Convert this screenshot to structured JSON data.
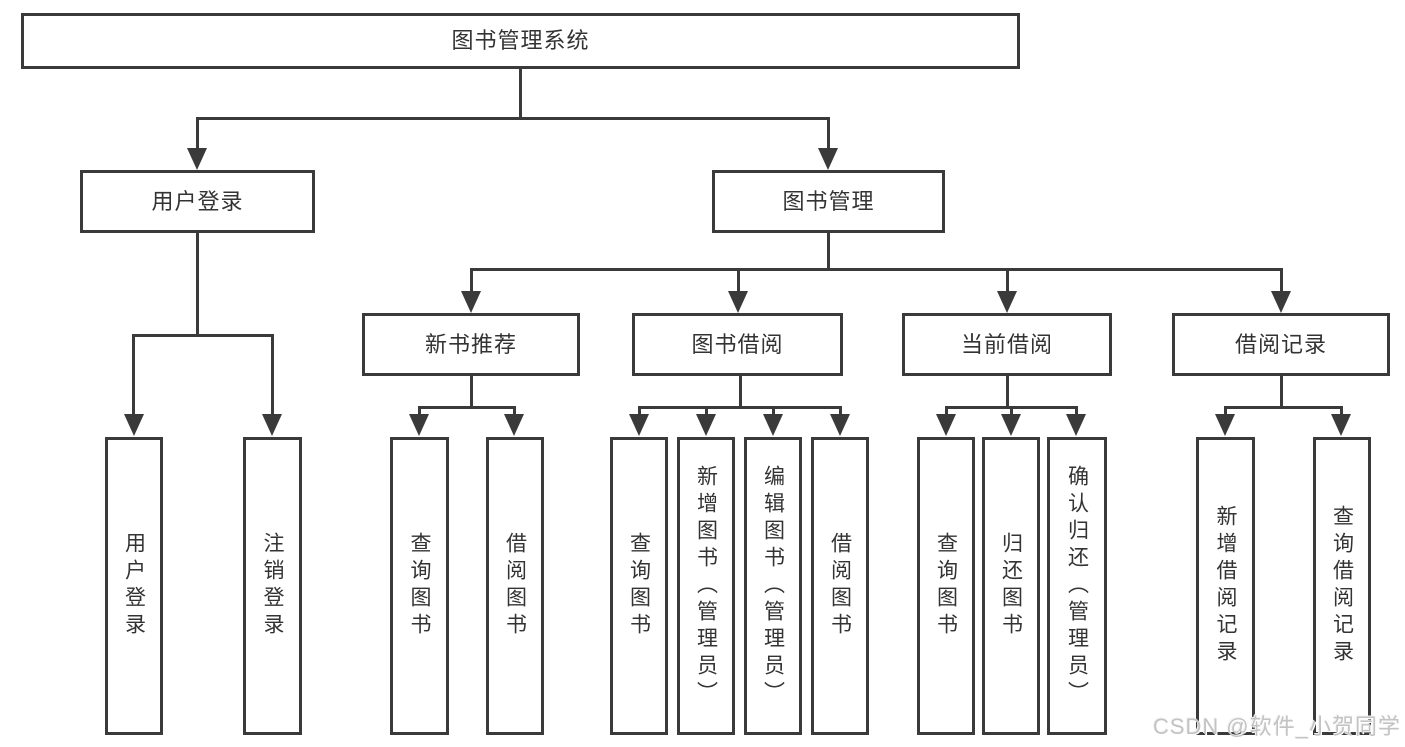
{
  "tree": {
    "label": "图书管理系统",
    "children": [
      {
        "label": "用户登录",
        "children": [
          {
            "label": "用户登录"
          },
          {
            "label": "注销登录"
          }
        ]
      },
      {
        "label": "图书管理",
        "children": [
          {
            "label": "新书推荐",
            "children": [
              {
                "label": "查询图书"
              },
              {
                "label": "借阅图书"
              }
            ]
          },
          {
            "label": "图书借阅",
            "children": [
              {
                "label": "查询图书"
              },
              {
                "label": "新增图书（管理员）"
              },
              {
                "label": "编辑图书（管理员）"
              },
              {
                "label": "借阅图书"
              }
            ]
          },
          {
            "label": "当前借阅",
            "children": [
              {
                "label": "查询图书"
              },
              {
                "label": "归还图书"
              },
              {
                "label": "确认归还（管理员）"
              }
            ]
          },
          {
            "label": "借阅记录",
            "children": [
              {
                "label": "新增借阅记录"
              },
              {
                "label": "查询借阅记录"
              }
            ]
          }
        ]
      }
    ]
  },
  "watermark": {
    "text": "CSDN @软件_小贺同学"
  },
  "colors": {
    "line": "#3a3a3a",
    "text": "#333333",
    "bg": "#ffffff",
    "watermark": "#c3c3c3"
  }
}
